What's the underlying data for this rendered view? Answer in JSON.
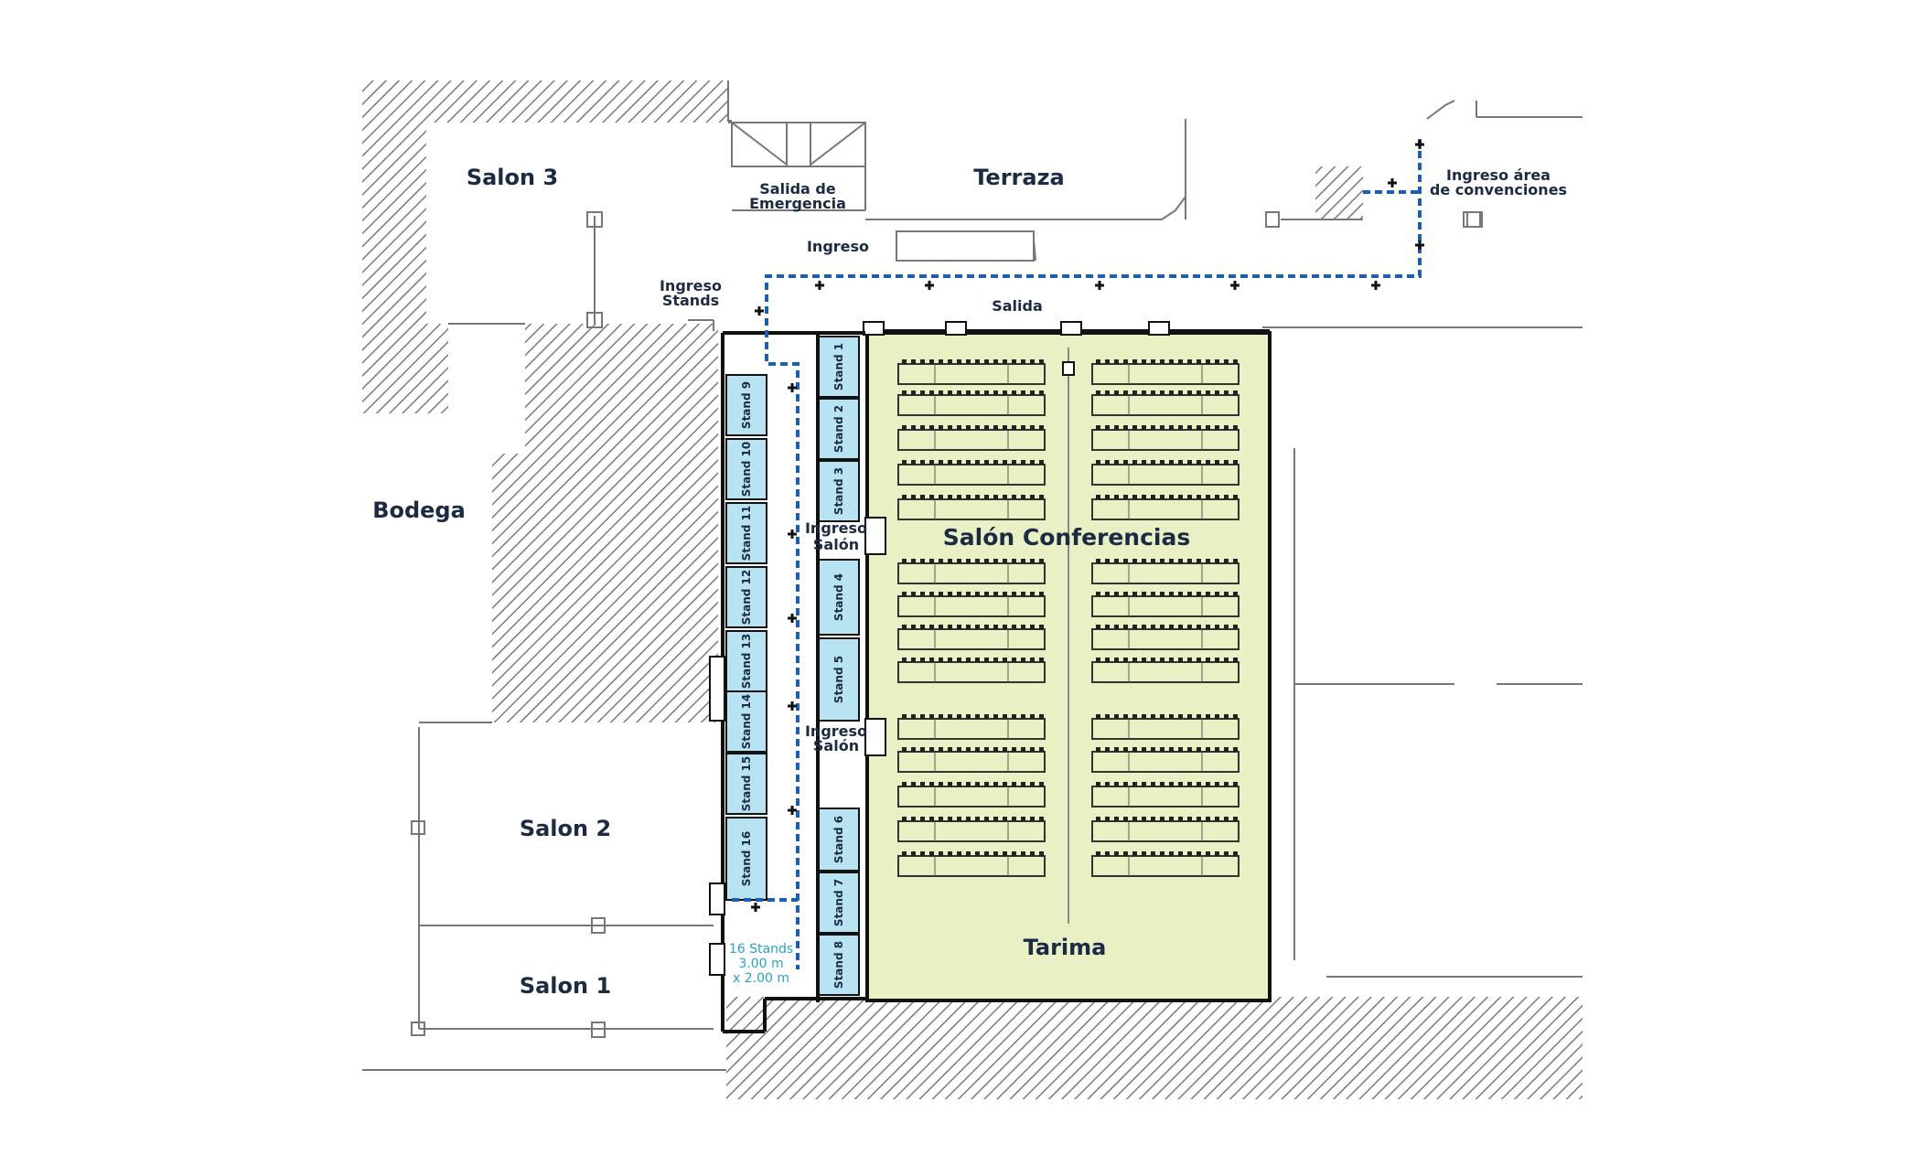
{
  "rooms": {
    "salon3": "Salon 3",
    "terraza": "Terraza",
    "bodega": "Bodega",
    "salon2": "Salon 2",
    "salon1": "Salon 1",
    "conferencias": "Salón Conferencias",
    "tarima": "Tarima"
  },
  "labels": {
    "salida_emergencia_1": "Salida de",
    "salida_emergencia_2": "Emergencia",
    "ingreso": "Ingreso",
    "ingreso_stands_1": "Ingreso",
    "ingreso_stands_2": "Stands",
    "salida": "Salida",
    "ingreso_area_1": "Ingreso área",
    "ingreso_area_2": "de convenciones",
    "ingreso_salon_top_1": "Ingreso",
    "ingreso_salon_top_2": "Salón",
    "ingreso_salon_bottom_1": "Ingreso",
    "ingreso_salon_bottom_2": "Salón"
  },
  "stands": [
    "Stand 1",
    "Stand 2",
    "Stand 3",
    "Stand 4",
    "Stand 5",
    "Stand 6",
    "Stand 7",
    "Stand 8",
    "Stand 9",
    "Stand 10",
    "Stand 11",
    "Stand 12",
    "Stand 13",
    "Stand 14",
    "Stand 15",
    "Stand 16"
  ],
  "stand_note": {
    "line1": "16 Stands",
    "line2": "3.00 m",
    "line3": "x 2.00 m"
  },
  "colors": {
    "stand_fill": "#b8e3f2",
    "hall_fill": "#e9f1c4",
    "route": "#1a5fb4",
    "text": "#1c2a44",
    "note": "#2a9fd1"
  }
}
